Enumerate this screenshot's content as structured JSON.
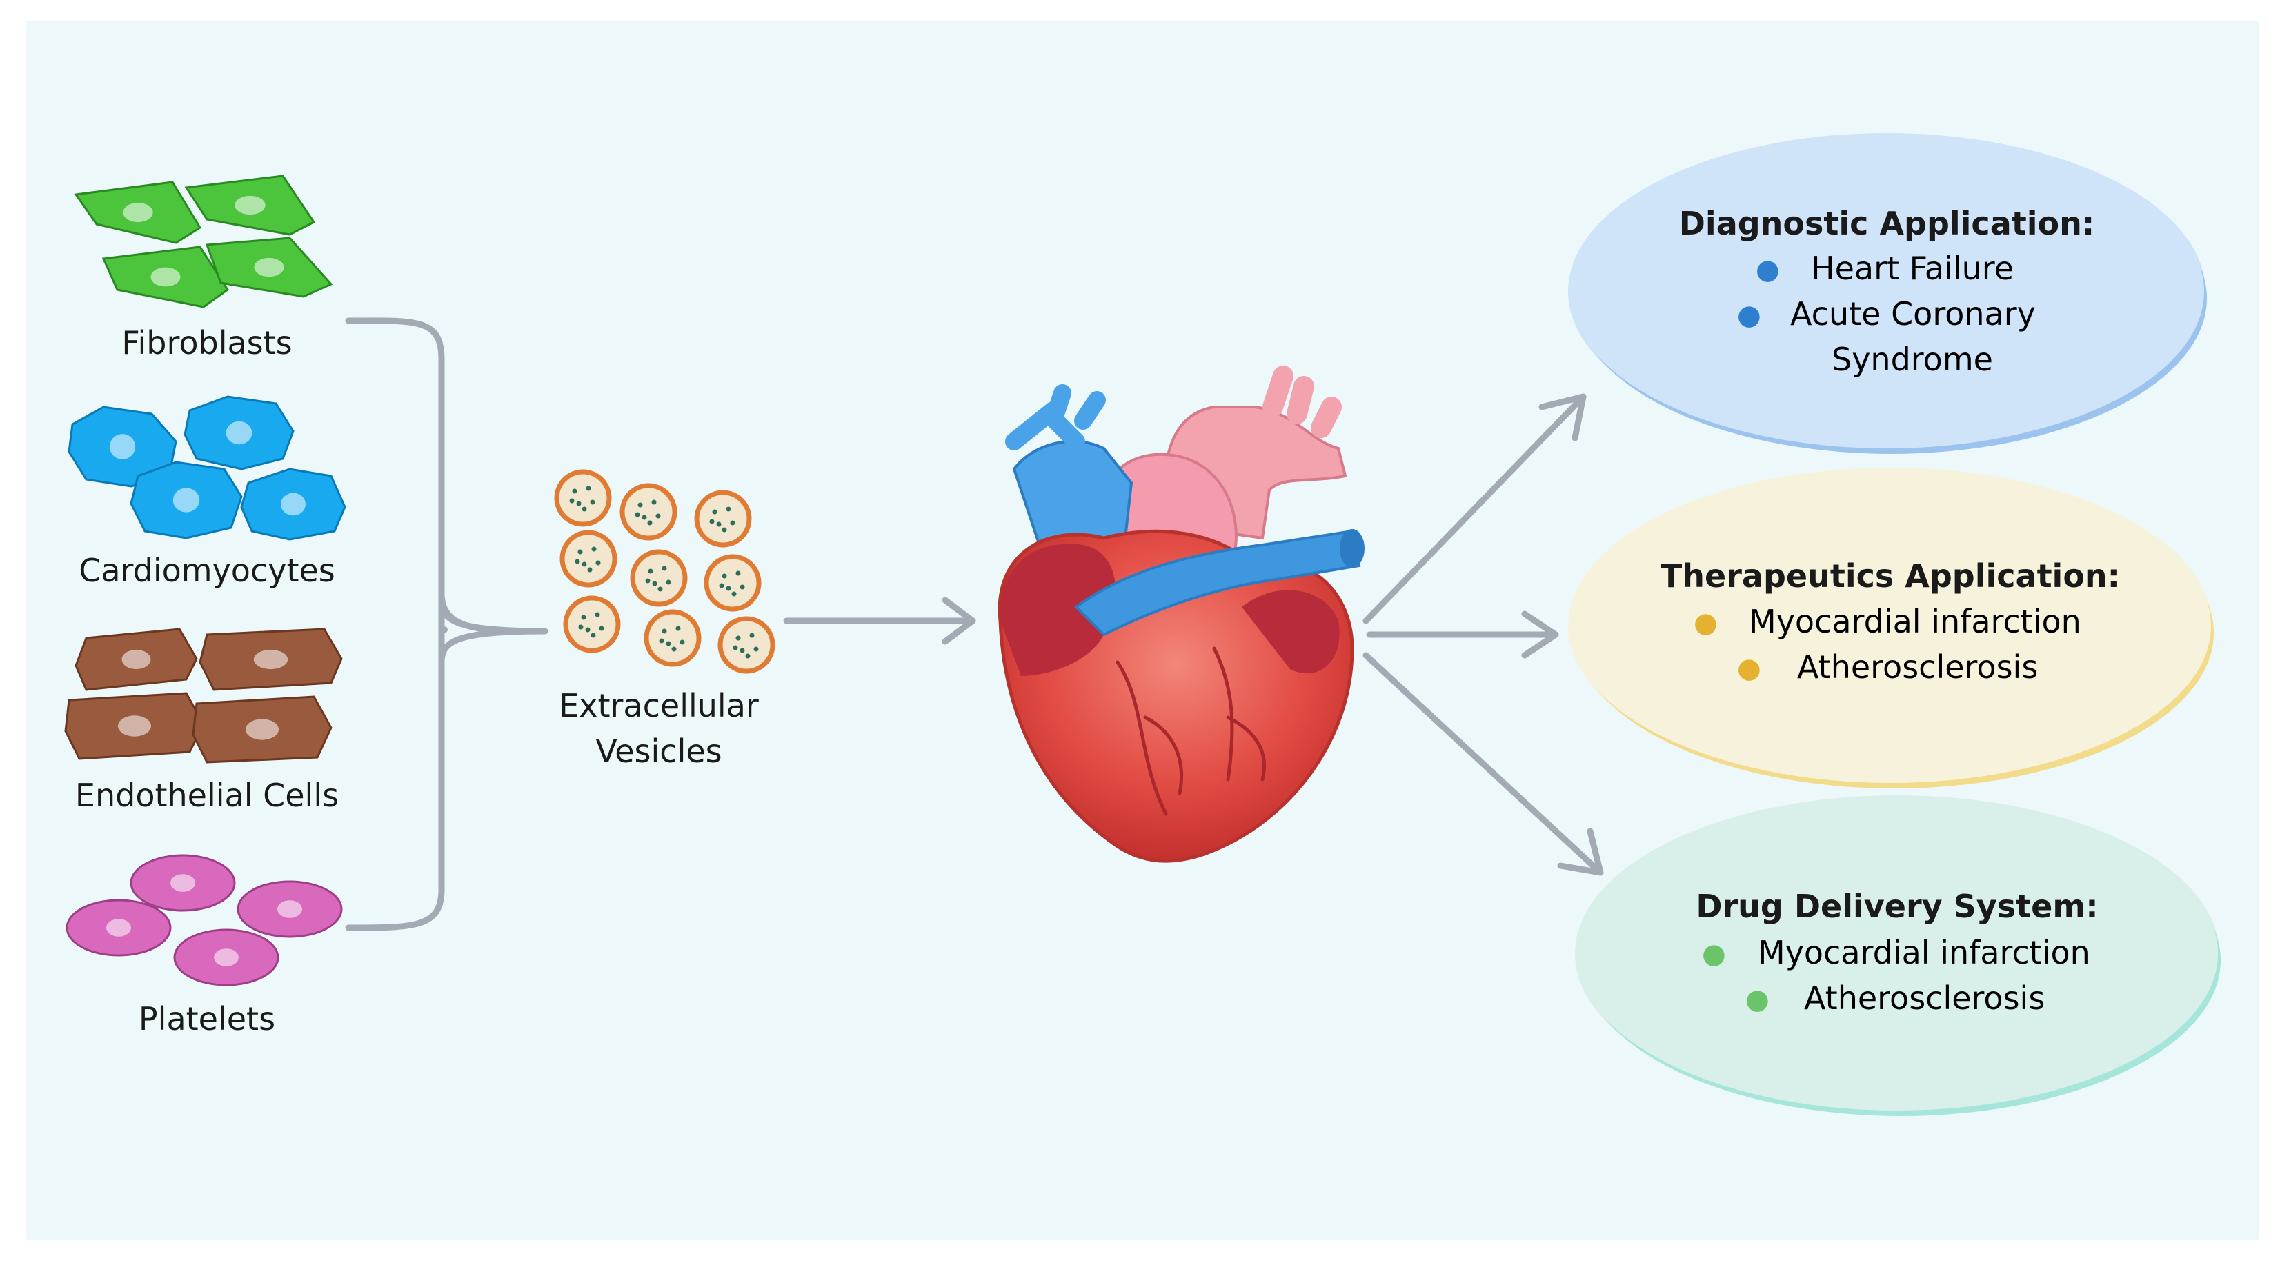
{
  "sources": [
    {
      "label": "Fibroblasts",
      "color": "#4cc43c",
      "stroke": "#2a8a22"
    },
    {
      "label": "Cardiomyocytes",
      "color": "#19a9ef",
      "stroke": "#0a79b8"
    },
    {
      "label": "Endothelial Cells",
      "color": "#9a5a3d",
      "stroke": "#6a3720"
    },
    {
      "label": "Platelets",
      "color": "#d869bd",
      "stroke": "#9c3f86"
    }
  ],
  "vesicles_label": [
    "Extracellular",
    "Vesicles"
  ],
  "central_icon": "heart-icon",
  "applications": [
    {
      "title": "Diagnostic Application:",
      "items": [
        "Heart Failure",
        "Acute Coronary",
        "Syndrome"
      ],
      "fill": "#cfe3f9",
      "border": "#9cc3ee",
      "bullet_color": "#2f7fd1"
    },
    {
      "title": "Therapeutics Application:",
      "items": [
        "Myocardial infarction",
        "Atherosclerosis"
      ],
      "fill": "#f7f2dc",
      "border": "#f2dc8c",
      "bullet_color": "#e4b130"
    },
    {
      "title": "Drug Delivery System:",
      "items": [
        "Myocardial infarction",
        "Atherosclerosis"
      ],
      "fill": "#d9efea",
      "border": "#a6e6da",
      "bullet_color": "#6cc46a"
    }
  ],
  "arrow_color": "#a3aab3"
}
